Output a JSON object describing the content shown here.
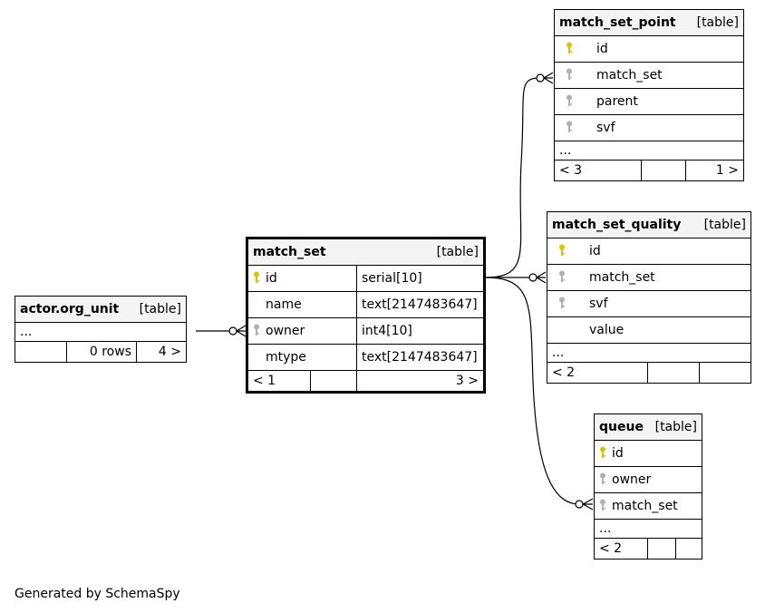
{
  "tables": {
    "match_set_point": {
      "name": "match_set_point",
      "type": "[table]",
      "columns": [
        {
          "name": "id",
          "key": "primary-key-icon"
        },
        {
          "name": "match_set",
          "key": "foreign-key-icon"
        },
        {
          "name": "parent",
          "key": "foreign-key-icon"
        },
        {
          "name": "svf",
          "key": "foreign-key-icon"
        }
      ],
      "ellipsis": "...",
      "footer": {
        "left": "< 3",
        "mid": "",
        "right": "1 >"
      }
    },
    "match_set_quality": {
      "name": "match_set_quality",
      "type": "[table]",
      "columns": [
        {
          "name": "id",
          "key": "primary-key-icon"
        },
        {
          "name": "match_set",
          "key": "foreign-key-icon"
        },
        {
          "name": "svf",
          "key": "foreign-key-icon"
        },
        {
          "name": "value",
          "key": ""
        }
      ],
      "ellipsis": "...",
      "footer": {
        "left": "< 2",
        "mid": "",
        "right": ""
      }
    },
    "match_set": {
      "name": "match_set",
      "type": "[table]",
      "columns": [
        {
          "name": "id",
          "key": "primary-key-icon",
          "dtype": "serial[10]"
        },
        {
          "name": "name",
          "key": "",
          "dtype": "text[2147483647]"
        },
        {
          "name": "owner",
          "key": "foreign-key-icon",
          "dtype": "int4[10]"
        },
        {
          "name": "mtype",
          "key": "",
          "dtype": "text[2147483647]"
        }
      ],
      "footer": {
        "left": "< 1",
        "mid": "",
        "right": "3 >"
      }
    },
    "actor_org_unit": {
      "name": "actor.org_unit",
      "type": "[table]",
      "ellipsis": "...",
      "footer": {
        "left": "",
        "mid": "0 rows",
        "right": "4 >"
      }
    },
    "queue": {
      "name": "queue",
      "type": "[table]",
      "columns": [
        {
          "name": "id",
          "key": "primary-key-icon"
        },
        {
          "name": "owner",
          "key": "foreign-key-icon"
        },
        {
          "name": "match_set",
          "key": "foreign-key-icon"
        }
      ],
      "ellipsis": "...",
      "footer": {
        "left": "< 2",
        "mid": "",
        "right": ""
      }
    }
  },
  "colors": {
    "primary_key": "#d9c400",
    "foreign_key": "#b0b0b0",
    "header_bg": "#f4f4f4"
  },
  "credit": "Generated by SchemaSpy"
}
